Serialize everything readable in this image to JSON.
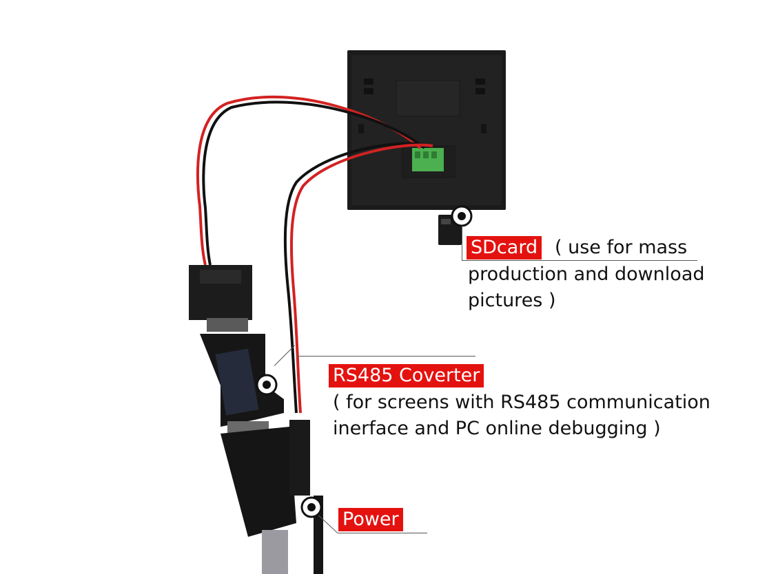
{
  "colors": {
    "tag_bg": "#e4120f",
    "tag_text": "#ffffff",
    "body_text": "#111111"
  },
  "labels": {
    "sdcard": {
      "tag": "SDcard",
      "text_line1": "( use for mass",
      "text_rest": "production and download\npictures )"
    },
    "rs485": {
      "tag": "RS485 Coverter",
      "text": "( for screens with RS485 communication\ninerface and PC online debugging )"
    },
    "power": {
      "tag": "Power"
    }
  }
}
